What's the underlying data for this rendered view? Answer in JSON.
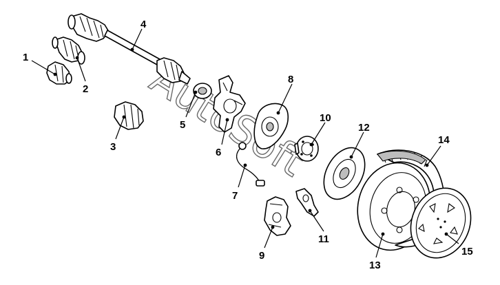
{
  "diagram": {
    "watermark": "AutoSoft",
    "colors": {
      "line": "#000000",
      "background": "#ffffff",
      "watermark_stroke": "#6a6a6a"
    },
    "callouts": [
      {
        "id": "1",
        "label": "1"
      },
      {
        "id": "2",
        "label": "2"
      },
      {
        "id": "3",
        "label": "3"
      },
      {
        "id": "4",
        "label": "4"
      },
      {
        "id": "5",
        "label": "5"
      },
      {
        "id": "6",
        "label": "6"
      },
      {
        "id": "7",
        "label": "7"
      },
      {
        "id": "8",
        "label": "8"
      },
      {
        "id": "9",
        "label": "9"
      },
      {
        "id": "10",
        "label": "10"
      },
      {
        "id": "11",
        "label": "11"
      },
      {
        "id": "12",
        "label": "12"
      },
      {
        "id": "13",
        "label": "13"
      },
      {
        "id": "14",
        "label": "14"
      },
      {
        "id": "15",
        "label": "15"
      }
    ]
  }
}
